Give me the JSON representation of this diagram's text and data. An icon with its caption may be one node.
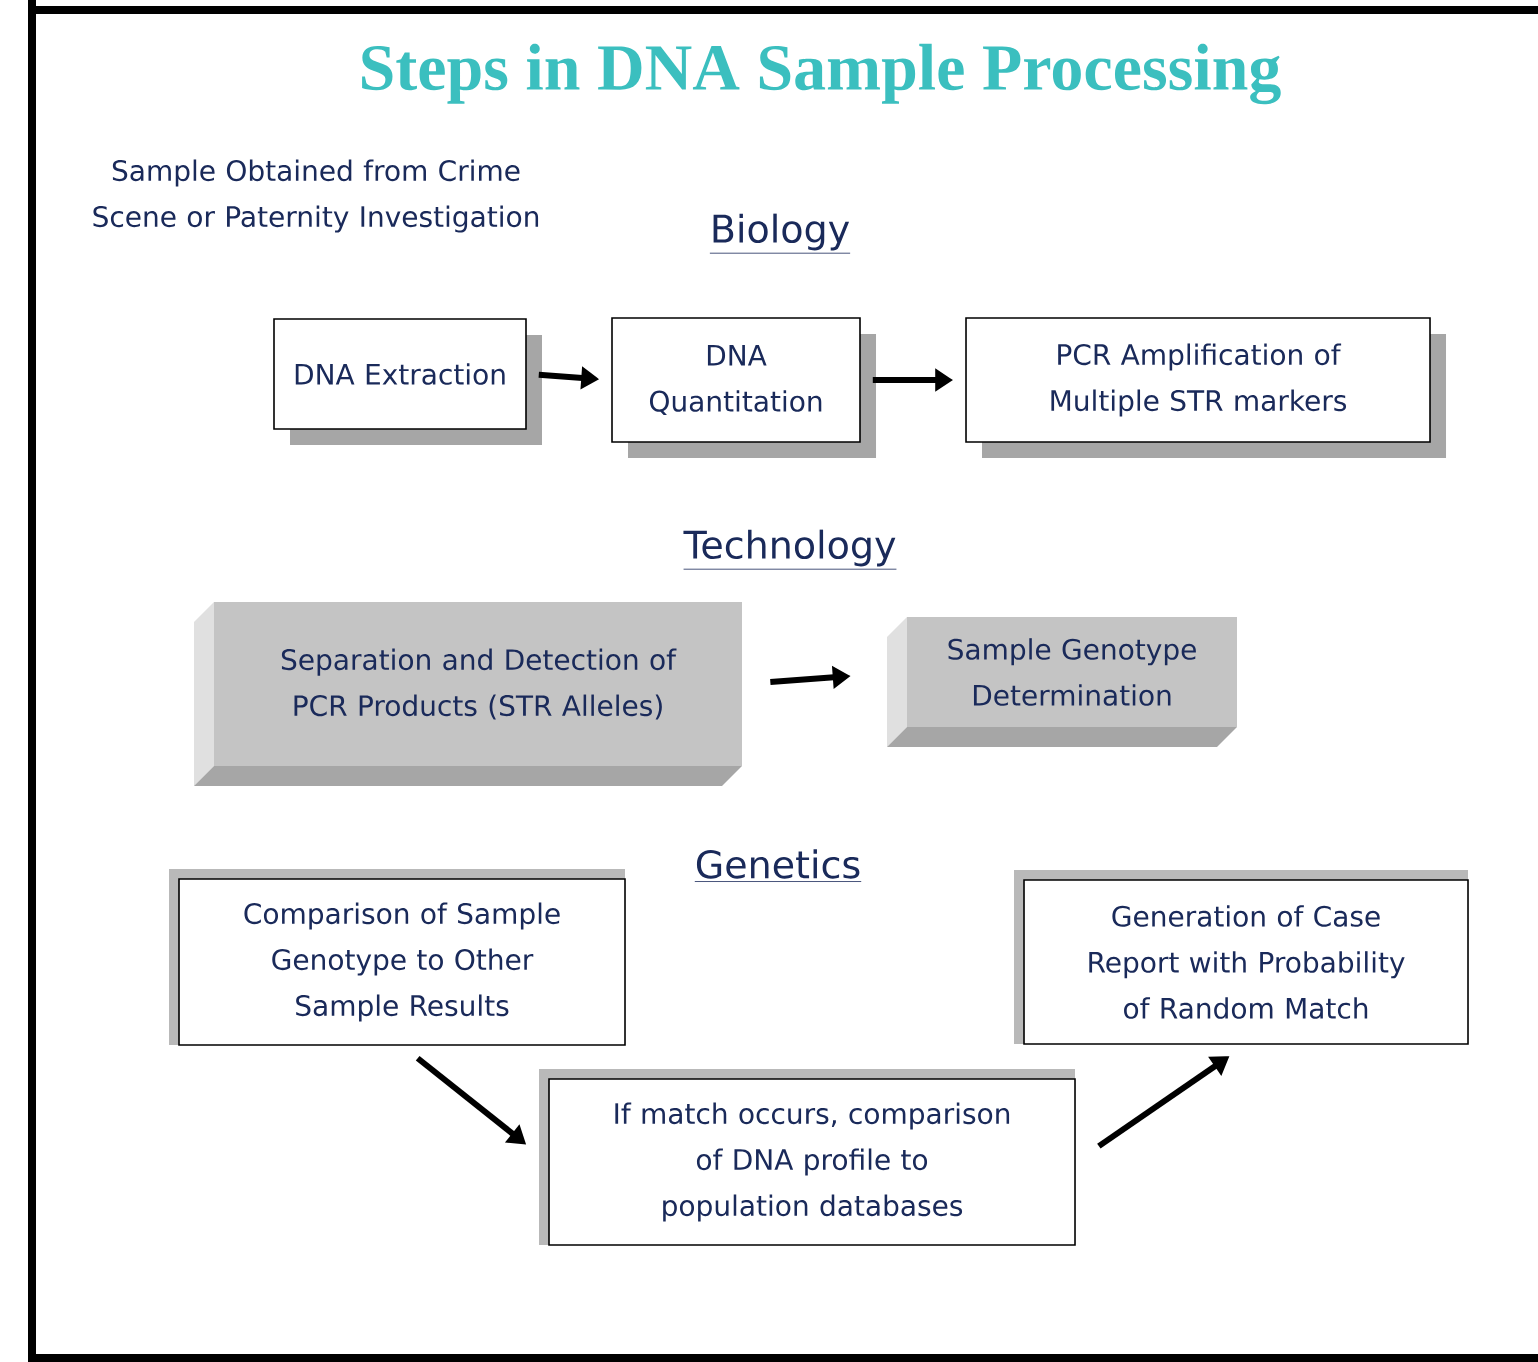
{
  "diagram": {
    "title": "Steps in DNA Sample Processing",
    "nodes": [
      {
        "text": [
          "DNA Extraction"
        ]
      },
      {
        "text": [
          "DNA Quantitation"
        ]
      },
      {
        "text": [
          "PCR Amplification of Multiple STR markers"
        ]
      },
      {
        "text": [
          "Separation and Detection of PCR Products (STR Alleles)"
        ]
      },
      {
        "text": [
          "Sample Genotype Determination"
        ]
      },
      {
        "text": [
          "Comparison of Sample Genotype to Other Sample Results"
        ]
      },
      {
        "text": [
          "If match occurs, comparison of DNA profile to population databases"
        ]
      },
      {
        "text": [
          "Generation of Case Report with Probability of Random Match"
        ]
      }
    ],
    "edges": [
      {
        "from": 0,
        "to": 1,
        "arrow": "to"
      },
      {
        "from": 1,
        "to": 2,
        "arrow": "to"
      },
      {
        "from": 3,
        "to": 4,
        "arrow": "to"
      },
      {
        "from": 5,
        "to": 6,
        "arrow": "to"
      },
      {
        "from": 6,
        "to": 7,
        "arrow": "to"
      }
    ],
    "labels": [
      "Sample Obtained from Crime Scene or Paternity Investigation",
      "Biology",
      "Technology",
      "Genetics"
    ]
  }
}
